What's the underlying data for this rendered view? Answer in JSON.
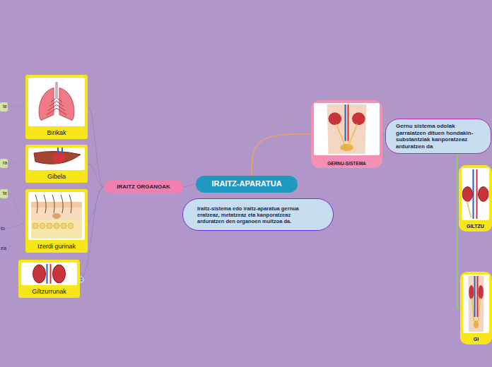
{
  "diagram": {
    "nodes": [
      {
        "text": [
          "IRAITZ-APARATUA"
        ]
      },
      {
        "text": [
          "Iraitz-sistema edo iraitz-aparatua gernua eratzeaz, metatzeaz eta kanporatzeaz arduratzen den organoen multzoa da."
        ]
      },
      {
        "text": [
          "IRAITZ ORGANOAK"
        ]
      },
      {
        "text": [
          "Birikak"
        ]
      },
      {
        "text": [
          "Gibela"
        ]
      },
      {
        "text": [
          "Izerdi gurinak"
        ]
      },
      {
        "text": [
          "Giltzurrunak"
        ]
      },
      {
        "text": [
          "te"
        ]
      },
      {
        "text": [
          "ra"
        ]
      },
      {
        "text": [
          "te"
        ]
      },
      {
        "text": [
          "GERNU-SISTEMA"
        ]
      },
      {
        "text": [
          "Gernu sistema odolak garraiatzen dituen hondakin-substantziak kanporatzeaz arduratzen da"
        ]
      },
      {
        "text": [
          "GILTZU"
        ]
      },
      {
        "text": [
          "GI"
        ]
      }
    ],
    "edges": [
      {
        "from": 0,
        "to": 10,
        "arrow": "none"
      },
      {
        "from": 0,
        "to": 2,
        "arrow": "none"
      },
      {
        "from": 2,
        "to": 3,
        "arrow": "none"
      },
      {
        "from": 2,
        "to": 4,
        "arrow": "none"
      },
      {
        "from": 2,
        "to": 5,
        "arrow": "none"
      },
      {
        "from": 2,
        "to": 6,
        "arrow": "none"
      },
      {
        "from": 3,
        "to": 7,
        "arrow": "none"
      },
      {
        "from": 4,
        "to": 8,
        "arrow": "none"
      },
      {
        "from": 5,
        "to": 9,
        "arrow": "none"
      },
      {
        "from": 10,
        "to": 11,
        "arrow": "none"
      },
      {
        "from": 11,
        "to": 12,
        "arrow": "none"
      },
      {
        "from": 11,
        "to": 13,
        "arrow": "none"
      }
    ],
    "labels": [
      "to",
      "ea"
    ]
  }
}
